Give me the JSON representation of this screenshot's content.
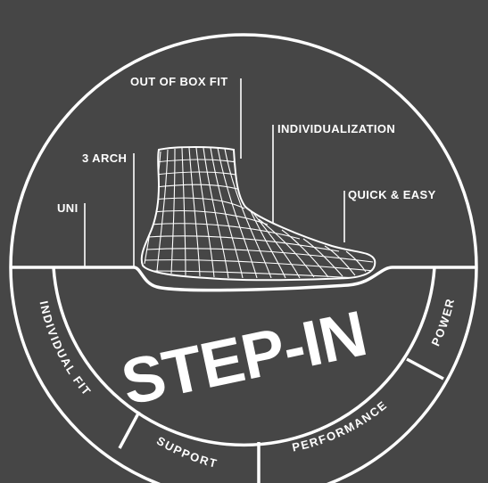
{
  "logo": {
    "title": "STEP-IN",
    "feature_labels": {
      "out_of_box_fit": "OUT OF BOX FIT",
      "individualization": "INDIVIDUALIZATION",
      "three_arch": "3 ARCH",
      "quick_easy": "QUICK & EASY",
      "uni": "UNI"
    },
    "segments": {
      "individual_fit": "INDIVIDUAL FIT",
      "support": "SUPPORT",
      "performance": "PERFORMANCE",
      "power": "POWER"
    },
    "icon": "foot-wireframe-icon",
    "colors": {
      "background": "#464646",
      "foreground": "#ffffff"
    }
  }
}
